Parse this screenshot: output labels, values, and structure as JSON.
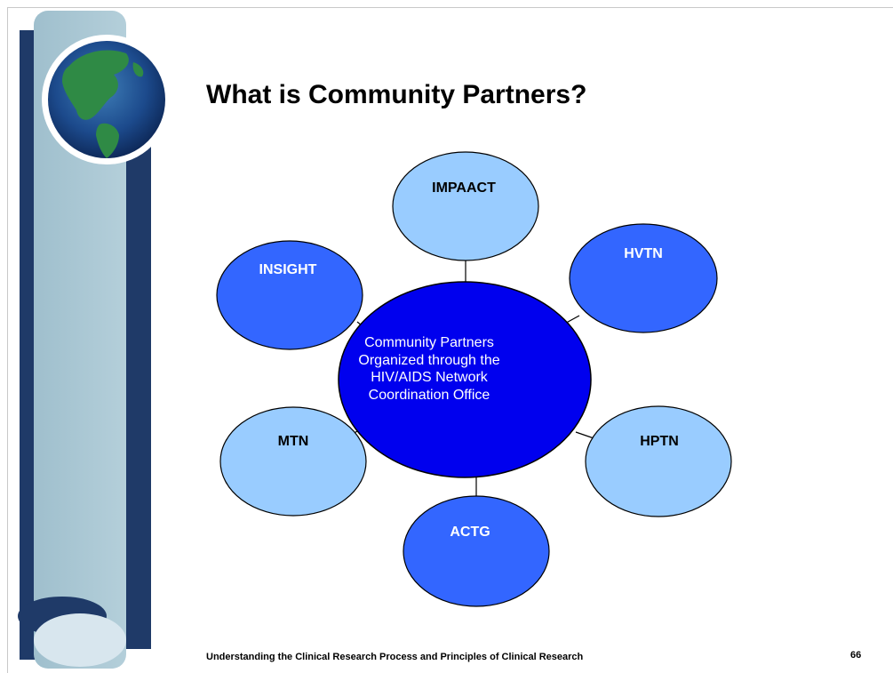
{
  "slide": {
    "title": "What is Community Partners?",
    "footer": "Understanding the Clinical Research Process and Principles of Clinical Research",
    "page_number": "66"
  },
  "diagram": {
    "center": {
      "text": "Community Partners Organized through the HIV/AIDS Network Coordination Office"
    },
    "nodes": [
      {
        "label": "IMPAACT",
        "shade": "light"
      },
      {
        "label": "HVTN",
        "shade": "medium"
      },
      {
        "label": "HPTN",
        "shade": "light"
      },
      {
        "label": "ACTG",
        "shade": "medium"
      },
      {
        "label": "MTN",
        "shade": "light"
      },
      {
        "label": "INSIGHT",
        "shade": "medium"
      }
    ]
  },
  "colors": {
    "center_fill": "#0000ee",
    "node_light": "#99ccff",
    "node_medium": "#3366ff",
    "outline": "#000000",
    "side_bar_dark": "#1f3a68",
    "side_bar_light": "#a9c6d3"
  }
}
